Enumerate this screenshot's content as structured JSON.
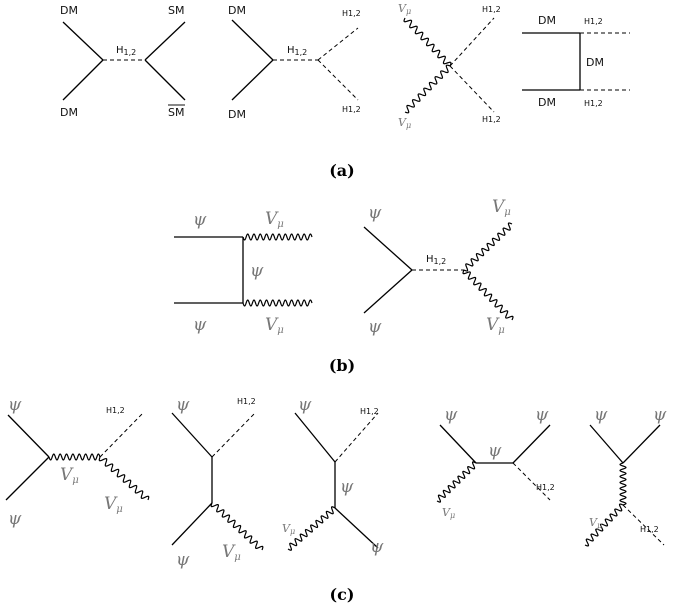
{
  "labels": {
    "dm": "DM",
    "sm": "SM",
    "sm_bar": "SM",
    "h12": "H",
    "h12_sub": "1,2",
    "psi": "ψ",
    "v": "V",
    "v_sub": "μ"
  },
  "panels": {
    "a": "(a)",
    "b": "(b)",
    "c": "(c)"
  }
}
